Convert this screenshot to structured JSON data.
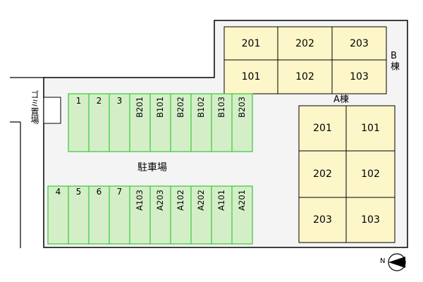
{
  "buildings": {
    "b": {
      "label": "B棟",
      "units_top": [
        "201",
        "202",
        "203"
      ],
      "units_bottom": [
        "101",
        "102",
        "103"
      ]
    },
    "a": {
      "label": "A棟",
      "rows": [
        [
          "201",
          "101"
        ],
        [
          "202",
          "102"
        ],
        [
          "203",
          "103"
        ]
      ]
    }
  },
  "parking": {
    "label": "駐車場",
    "top_row": [
      "1",
      "2",
      "3",
      "B201",
      "B101",
      "B202",
      "B102",
      "B103",
      "B203"
    ],
    "bottom_row": [
      "4",
      "5",
      "6",
      "7",
      "A103",
      "A203",
      "A102",
      "A202",
      "A101",
      "A201"
    ]
  },
  "garbage": {
    "label": "ゴミ置場"
  },
  "compass": {
    "letter": "N"
  },
  "colors": {
    "building_fill": "#fcf6c8",
    "parking_fill": "#d4efc8",
    "parking_line": "#37c837",
    "site_fill": "#f4f4f4"
  }
}
